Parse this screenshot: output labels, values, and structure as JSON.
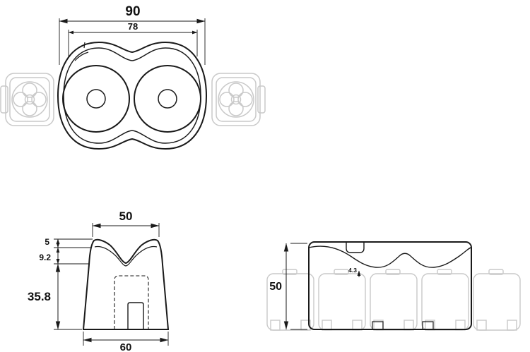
{
  "meta": {
    "background": "#ffffff",
    "line_color": "#1a1a1a",
    "ghost_color": "#c9c9c9",
    "drawing_type": "technical-dimension-drawing"
  },
  "top_view": {
    "dim_overall_width": "90",
    "dim_inner_width": "78"
  },
  "front_view": {
    "dim_top_width": "50",
    "dim_lip_height": "5",
    "dim_recess_depth": "9.2",
    "dim_body_height": "35.8",
    "dim_bottom_width": "60"
  },
  "side_view": {
    "dim_height": "50",
    "dim_notch_depth": "4.3"
  }
}
